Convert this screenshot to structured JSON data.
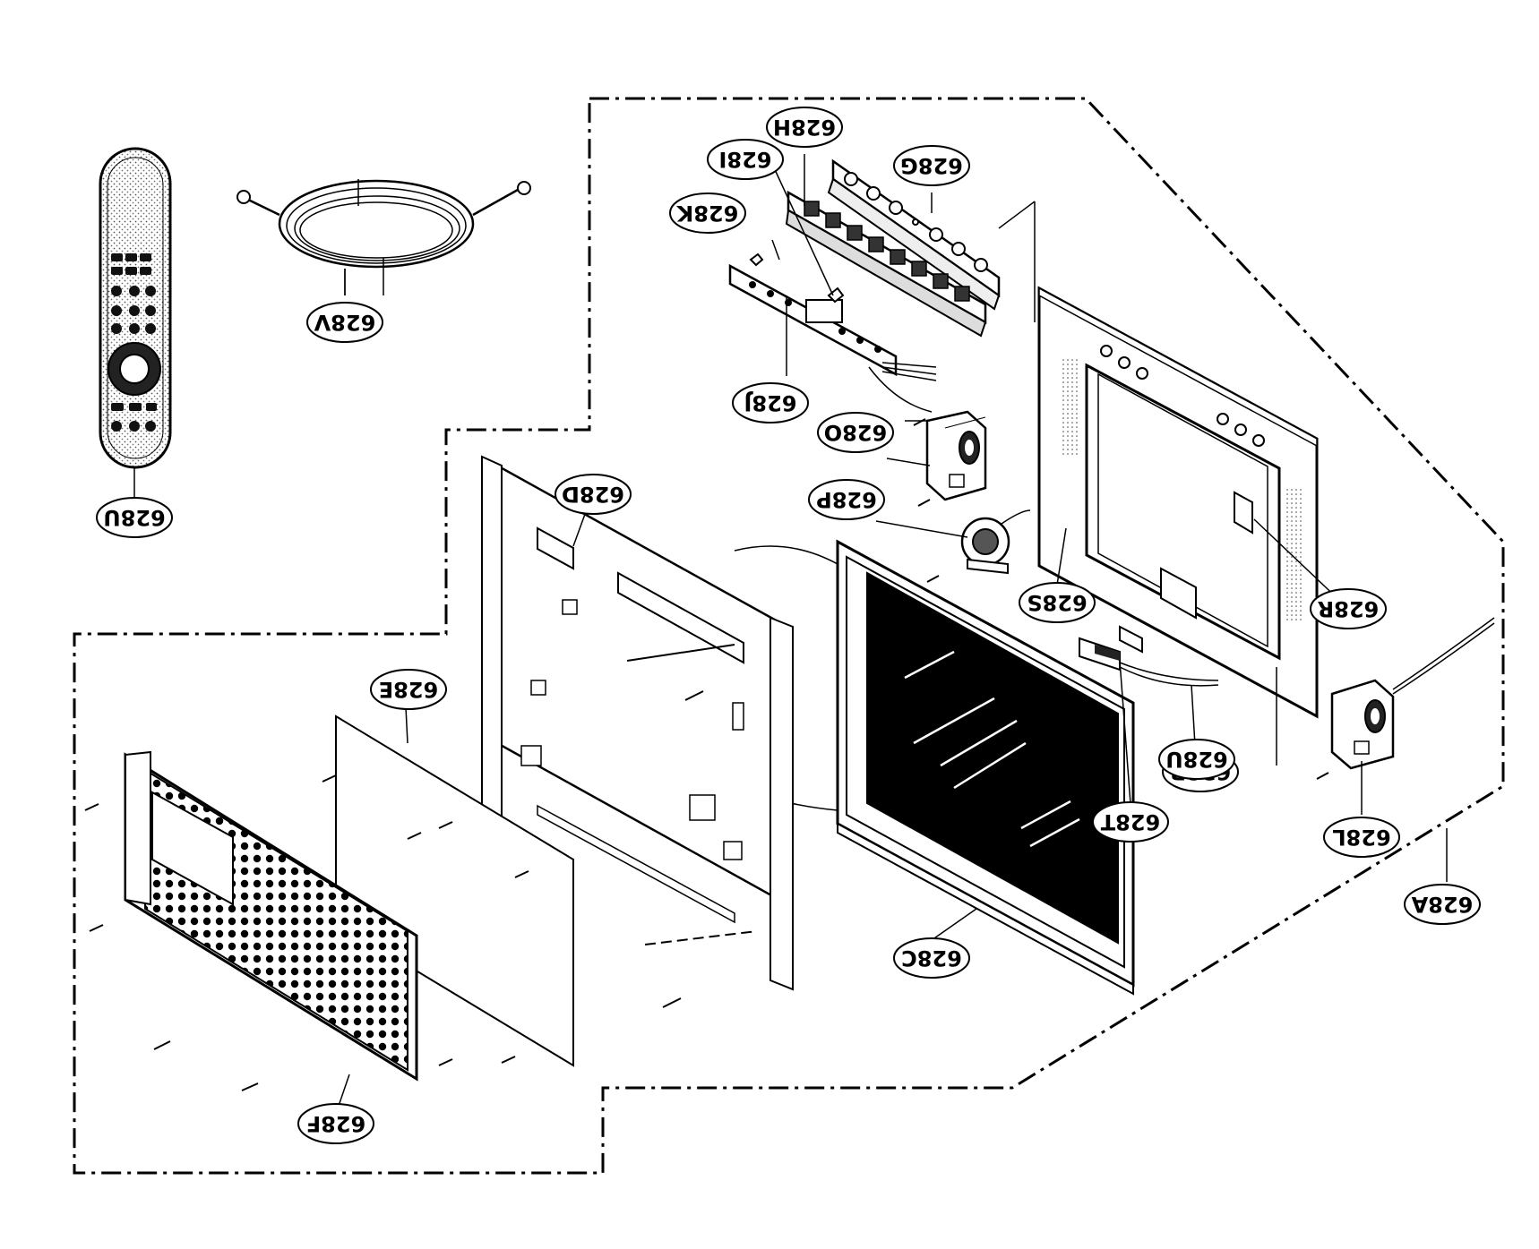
{
  "diagram": {
    "callouts": [
      {
        "id": "628A",
        "label": "628A"
      },
      {
        "id": "628B",
        "label": "628B"
      },
      {
        "id": "628C",
        "label": "628C"
      },
      {
        "id": "628D",
        "label": "628D"
      },
      {
        "id": "628E",
        "label": "628E"
      },
      {
        "id": "628F",
        "label": "628F"
      },
      {
        "id": "628G",
        "label": "628G"
      },
      {
        "id": "628H",
        "label": "628H"
      },
      {
        "id": "628I",
        "label": "628I"
      },
      {
        "id": "628J",
        "label": "628J"
      },
      {
        "id": "628K",
        "label": "628K"
      },
      {
        "id": "628L",
        "label": "628L"
      },
      {
        "id": "628O",
        "label": "628O"
      },
      {
        "id": "628P",
        "label": "628P"
      },
      {
        "id": "628R",
        "label": "628R"
      },
      {
        "id": "628S",
        "label": "628S"
      },
      {
        "id": "628T",
        "label": "628T"
      },
      {
        "id": "628U-wire",
        "label": "628U"
      },
      {
        "id": "628U-remote",
        "label": "628U"
      },
      {
        "id": "628V",
        "label": "628V"
      }
    ]
  }
}
